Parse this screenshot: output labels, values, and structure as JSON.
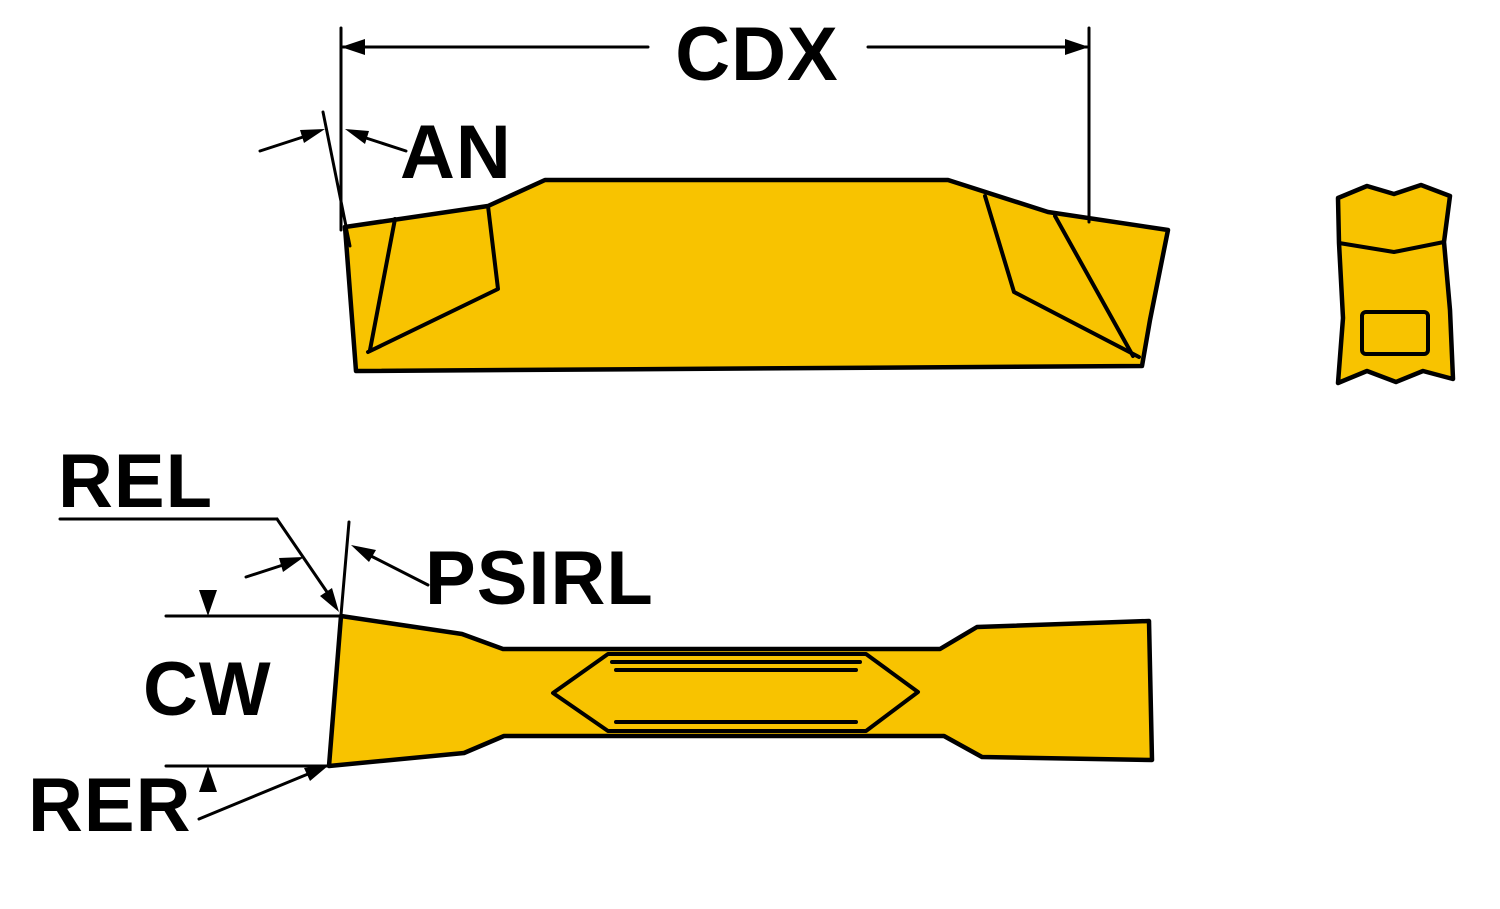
{
  "diagram": {
    "labels": {
      "cdx": "CDX",
      "an": "AN",
      "rel": "REL",
      "psirl": "PSIRL",
      "cw": "CW",
      "rer": "RER"
    },
    "colors": {
      "insert_fill": "#F8C300",
      "outline": "#000000",
      "background": "#FFFFFF"
    }
  }
}
